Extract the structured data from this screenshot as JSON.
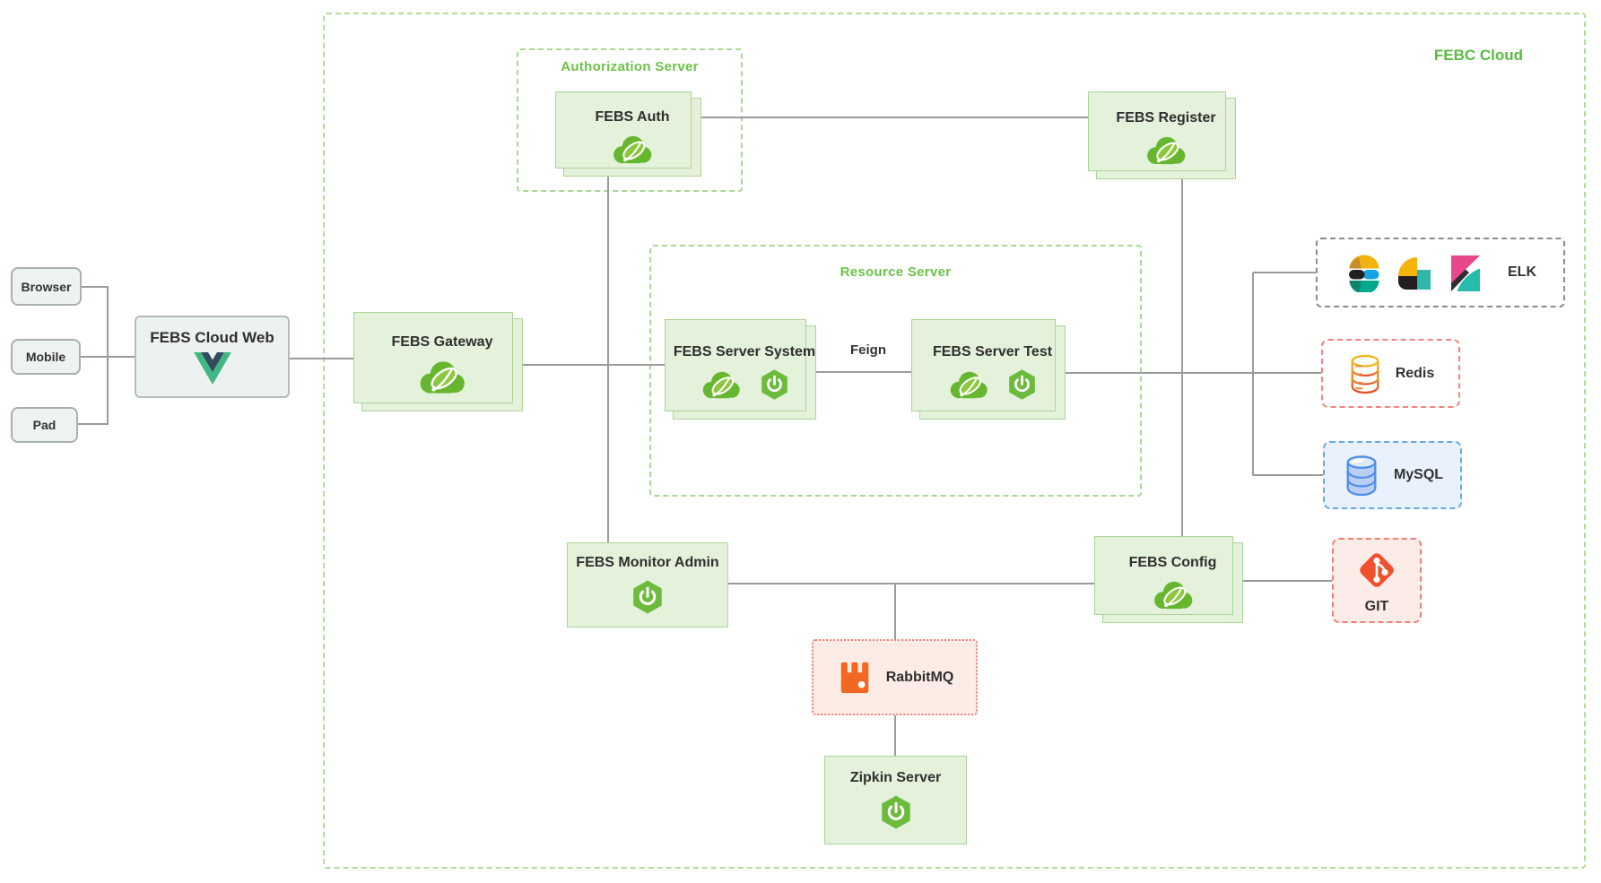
{
  "outer": {
    "label": "FEBC Cloud"
  },
  "groups": {
    "authorization": {
      "title": "Authorization Server"
    },
    "resource": {
      "title": "Resource Server"
    }
  },
  "clients": {
    "browser": "Browser",
    "mobile": "Mobile",
    "pad": "Pad"
  },
  "nodes": {
    "cloudweb": {
      "label": "FEBS Cloud Web",
      "icon": "vue"
    },
    "gateway": {
      "label": "FEBS Gateway",
      "icon": "spring-cloud"
    },
    "auth": {
      "label": "FEBS Auth",
      "icon": "spring-cloud"
    },
    "register": {
      "label": "FEBS Register",
      "icon": "spring-cloud"
    },
    "system": {
      "label": "FEBS Server System",
      "icons": "spring-cloud, spring-boot"
    },
    "test": {
      "label": "FEBS Server Test",
      "icons": "spring-cloud, spring-boot"
    },
    "monitor": {
      "label": "FEBS Monitor Admin",
      "icon": "spring-boot"
    },
    "config": {
      "label": "FEBS Config",
      "icon": "spring-cloud"
    },
    "zipkin": {
      "label": "Zipkin Server",
      "icon": "spring-boot"
    },
    "rabbitmq": {
      "label": "RabbitMQ",
      "icon": "rabbitmq"
    }
  },
  "externals": {
    "elk": {
      "label": "ELK"
    },
    "redis": {
      "label": "Redis"
    },
    "mysql": {
      "label": "MySQL"
    },
    "git": {
      "label": "GIT"
    }
  },
  "edges": {
    "feign_label": "Feign"
  },
  "colors": {
    "group_border": "#a8d893",
    "group_title": "#6cc24a",
    "outer_label": "#58bb41",
    "node_bg": "#e4f1db",
    "node_border": "#abd596",
    "connector": "#9b9b9b",
    "spring_green": "#6cbb3c",
    "vue_green": "#41b883",
    "vue_navy": "#34495e",
    "rabbit_orange": "#f26822",
    "git_orange": "#f1502f",
    "redis_border": "#f3837b",
    "mysql_border": "#66a9e0"
  }
}
